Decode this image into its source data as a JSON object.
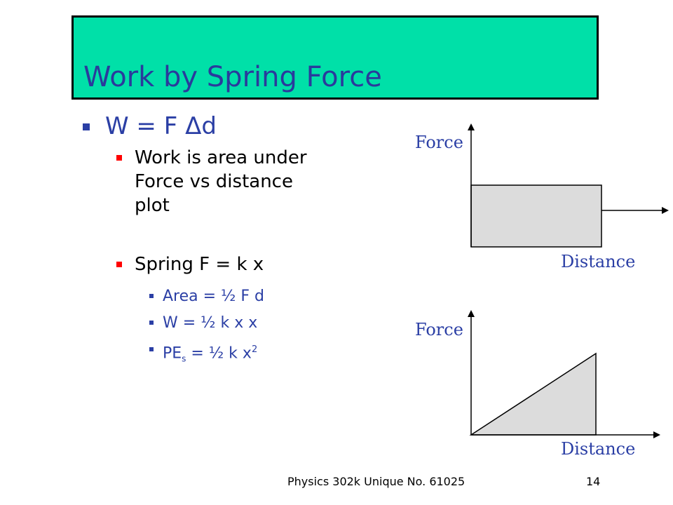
{
  "slide": {
    "title": "Work by Spring Force",
    "bullets": {
      "b1": "W = F Δd",
      "b1_1": "Work is area under",
      "b1_2": "Force vs distance",
      "b1_3": "plot",
      "b2": "Spring  F = k x",
      "b2_1": "Area = ½ F d",
      "b2_2": "W = ½ k x x",
      "b2_3_main": "PE",
      "b2_3_sub": "s",
      "b2_3_rest": " = ½ k x",
      "b2_3_sup": "2"
    },
    "chart1": {
      "ylabel": "Force",
      "xlabel": "Distance"
    },
    "chart2": {
      "ylabel": "Force",
      "xlabel": "Distance"
    },
    "footer": {
      "course": "Physics 302k Unique No. 61025",
      "page": "14"
    },
    "colors": {
      "title_bg": "#00e0a8",
      "title_text": "#2a3a9c",
      "bullet_blue": "#2b3fa5",
      "bullet_red": "#ff0000",
      "fill_gray": "#dcdcdc"
    }
  },
  "chart_data": [
    {
      "type": "area",
      "shape": "constant force",
      "xlabel": "Distance",
      "ylabel": "Force"
    },
    {
      "type": "area",
      "shape": "linear force",
      "xlabel": "Distance",
      "ylabel": "Force"
    }
  ]
}
